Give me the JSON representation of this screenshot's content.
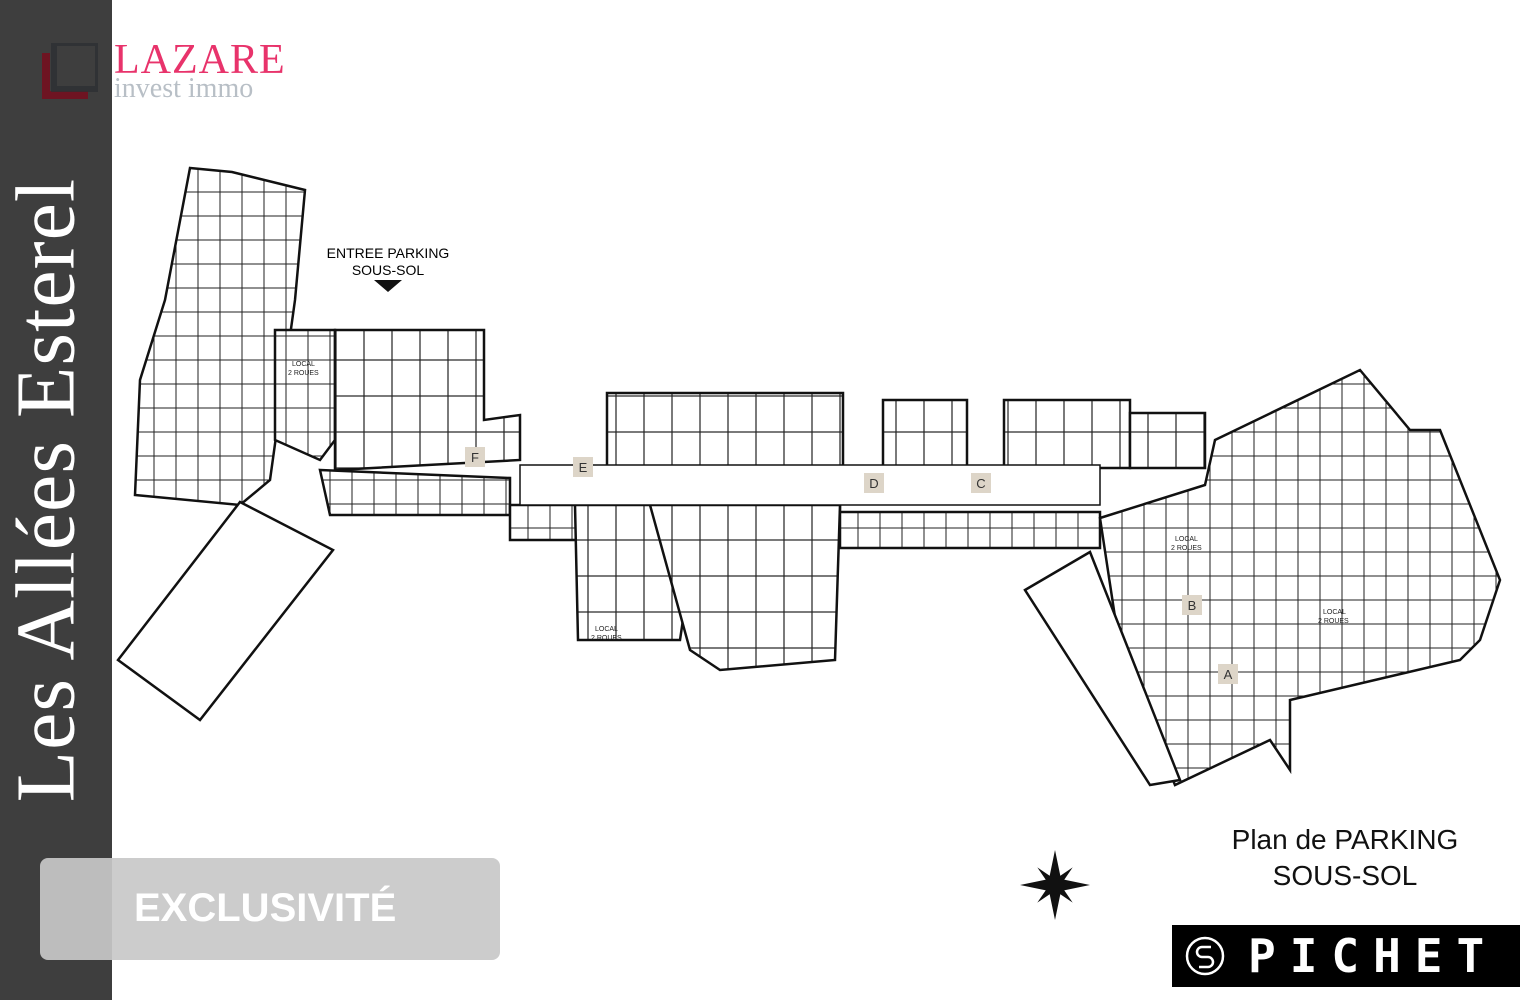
{
  "brand": {
    "name": "LAZARE",
    "tagline": "invest immo"
  },
  "project_title": "Les Allées Esterel",
  "badge": "EXCLUSIVITÉ",
  "plan": {
    "entrance_line1": "ENTREE PARKING",
    "entrance_line2": "SOUS-SOL",
    "local_line1": "LOCAL",
    "local_line2": "2 ROUES",
    "stairs": [
      "A",
      "B",
      "C",
      "D",
      "E",
      "F"
    ],
    "title_line1": "Plan de PARKING",
    "title_line2": "SOUS-SOL"
  },
  "developer": "PICHET",
  "colors": {
    "sidebar": "#3e3e3e",
    "brand": "#e8336b",
    "badge": "#c8c8c8"
  }
}
